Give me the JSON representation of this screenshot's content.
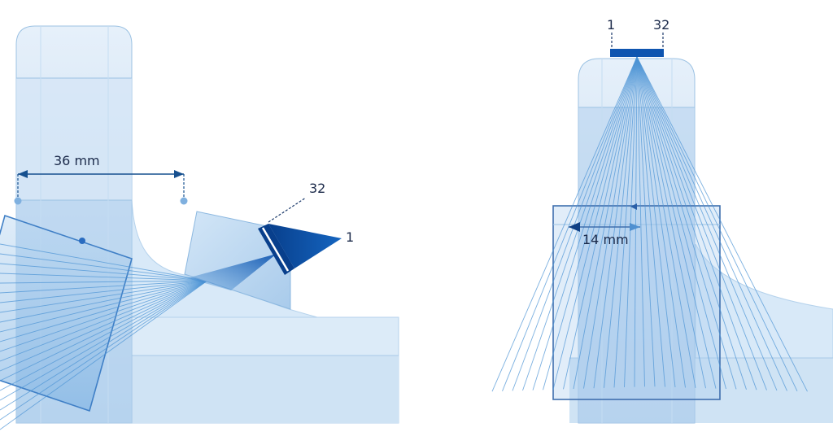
{
  "left_view": {
    "dimension_label": "36 mm",
    "probe_element_first": "1",
    "probe_element_last": "32"
  },
  "right_view": {
    "dimension_label": "14 mm",
    "probe_element_first": "1",
    "probe_element_last": "32"
  },
  "colors": {
    "part_fill": "#cfe3f4",
    "part_edge": "#9cc2e3",
    "beam": "#4f95d6",
    "probe": "#0f55b0",
    "dimension": "#16508f"
  }
}
